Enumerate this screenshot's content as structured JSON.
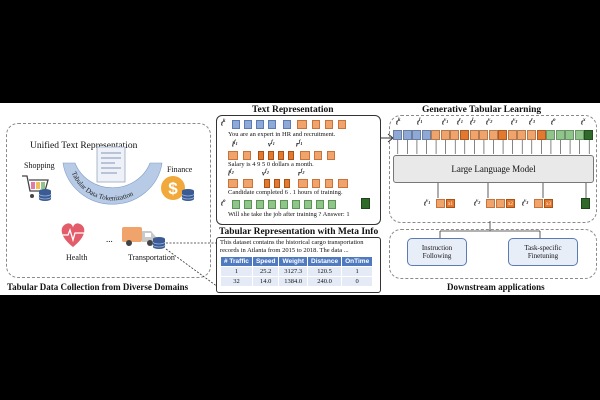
{
  "left_panel": {
    "heading": "Unified Text Representation",
    "arc_text": "Tabular Data Tokenization",
    "domains": [
      "Shopping",
      "Finance",
      "Health",
      "...",
      "Transportation"
    ],
    "caption": "Tabular Data Collection from Diverse Domains"
  },
  "text_rep": {
    "title": "Text Representation",
    "rows": [
      {
        "sym_k": "t",
        "sym_k_sup": "k",
        "sent": "You are an expert  in   HR and recruitment.",
        "sub": [
          "l",
          "f_1",
          "v",
          "f_1",
          "r",
          "f_1"
        ]
      },
      {
        "sym_k": "",
        "sent": "Salary  is    4    9    5    0   dollars a month.",
        "sub": [
          "l",
          "f_2",
          "v",
          "f_2",
          "r",
          "f_2"
        ]
      },
      {
        "sym_k": "",
        "sent": "Candidate completed   6   .   1   hours of training.",
        "sub": [
          "l",
          "f_3",
          "v",
          "f_3",
          "r",
          "f_3"
        ]
      },
      {
        "sym_k": "t",
        "sym_k_sup": "o",
        "sent": "Will  she take the job after training ? Answer:  1",
        "sub": []
      }
    ]
  },
  "meta": {
    "title": "Tabular Representation with Meta Info",
    "desc_line1": "This dataset contains the historical cargo transportation",
    "desc_line2": "records in Atlanta from 2015 to 2018.  The data ...",
    "columns": [
      "# Traffic",
      "Speed",
      "Weight",
      "Distance",
      "OnTime"
    ],
    "rows": [
      [
        "1",
        "25.2",
        "3127.3",
        "120.5",
        "1"
      ],
      [
        "32",
        "14.0",
        "1384.0",
        "240.0",
        "0"
      ]
    ]
  },
  "gen": {
    "title": "Generative Tabular Learning",
    "llm_label": "Large Language Model",
    "input_syms": [
      "t^k",
      "t^{l_1}",
      "t^{v_1}",
      "t^{r_1}",
      "t^{l_2}",
      "t^{v_2}",
      "t^{r_2}",
      "t^{l_3}",
      "t^{v_3}",
      "t^{r_3}",
      "t^x",
      "t^o"
    ],
    "output_syms": [
      "t^{v_1}",
      "t^{v_2}",
      "t^{v_3}",
      "t^o"
    ],
    "output_tok_labels": [
      "x1",
      "x2",
      "x3"
    ]
  },
  "downstream": {
    "title": "Downstream applications",
    "app1": "Instruction\nFollowing",
    "app2": "Task-specific\nFinetuning"
  },
  "colors": {
    "blue": "#8fa9d6",
    "orange": "#f0a36a",
    "orange_dark": "#e3782f",
    "green": "#8fc58a",
    "dark_green": "#2f6a2a"
  }
}
